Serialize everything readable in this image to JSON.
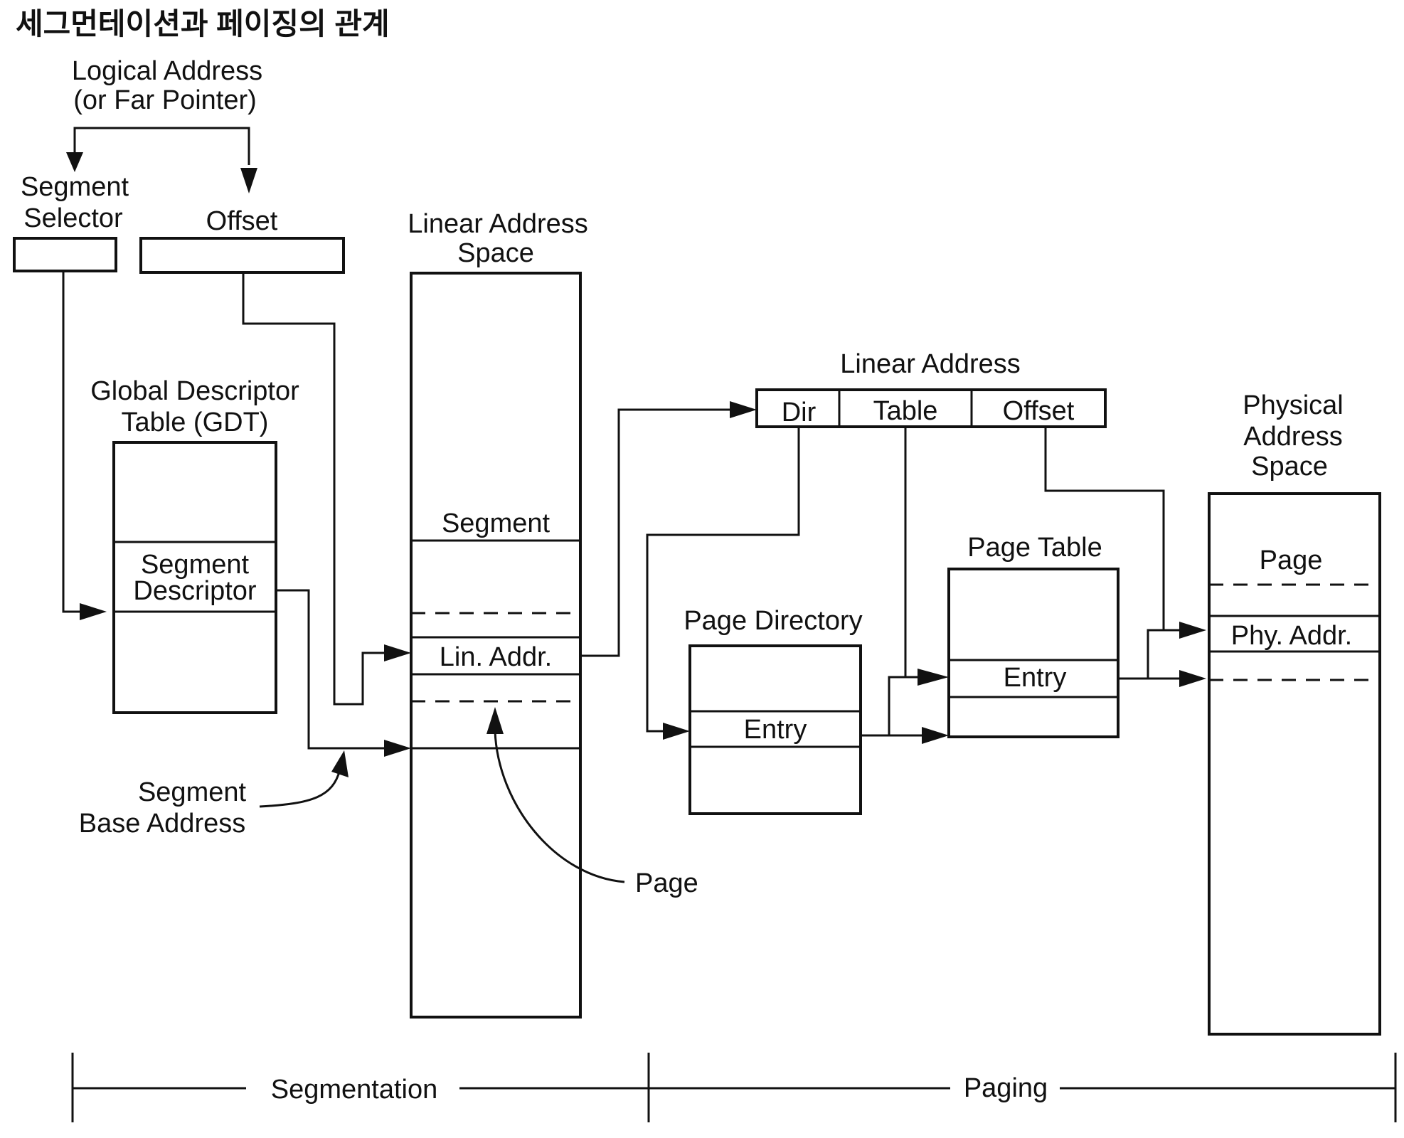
{
  "title": "세그먼테이션과 페이징의 관계",
  "logical_address": {
    "line1": "Logical Address",
    "line2": "(or Far Pointer)"
  },
  "segment_selector": {
    "line1": "Segment",
    "line2": "Selector"
  },
  "offset_label": "Offset",
  "gdt": {
    "line1": "Global Descriptor",
    "line2": "Table (GDT)",
    "entry_line1": "Segment",
    "entry_line2": "Descriptor"
  },
  "linear_address_space": {
    "line1": "Linear Address",
    "line2": "Space",
    "segment": "Segment",
    "lin_addr": "Lin. Addr."
  },
  "segment_base_address": {
    "line1": "Segment",
    "line2": "Base Address"
  },
  "page_callout": "Page",
  "linear_address": {
    "title": "Linear Address",
    "fields": [
      "Dir",
      "Table",
      "Offset"
    ]
  },
  "page_directory": {
    "title": "Page Directory",
    "entry": "Entry"
  },
  "page_table": {
    "title": "Page Table",
    "entry": "Entry"
  },
  "physical_address_space": {
    "line1": "Physical",
    "line2": "Address",
    "line3": "Space",
    "page": "Page",
    "phy_addr": "Phy. Addr."
  },
  "footer": {
    "segmentation": "Segmentation",
    "paging": "Paging"
  }
}
